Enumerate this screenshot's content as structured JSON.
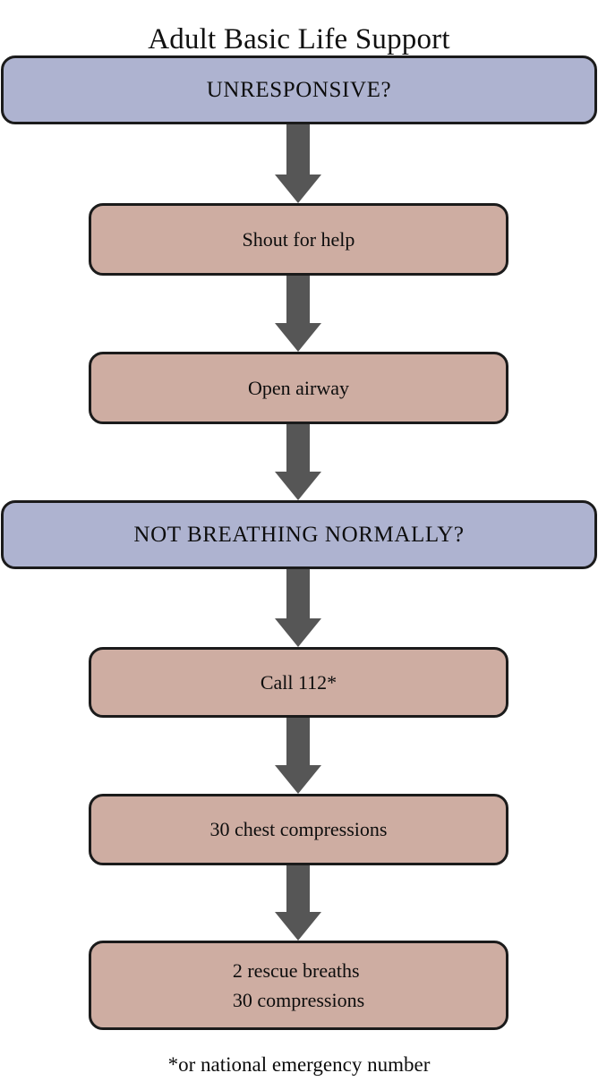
{
  "title": "Adult Basic Life Support",
  "footnote": "*or national emergency number",
  "colors": {
    "background": "#ffffff",
    "question_fill": "#aeb3d0",
    "action_fill": "#ceada2",
    "node_border": "#1b1b1b",
    "arrow": "#565656",
    "text": "#0d0d0d"
  },
  "chart_data": {
    "type": "diagram",
    "title": "Adult Basic Life Support",
    "orientation": "vertical",
    "node_count": 7,
    "connector_count": 6,
    "nodes": [
      {
        "id": "unresponsive",
        "label": "UNRESPONSIVE?",
        "kind": "question",
        "fill": "#aeb3d0",
        "width": "full"
      },
      {
        "id": "shout",
        "label": "Shout for help",
        "kind": "action",
        "fill": "#ceada2",
        "width": "inset"
      },
      {
        "id": "airway",
        "label": "Open airway",
        "kind": "action",
        "fill": "#ceada2",
        "width": "inset"
      },
      {
        "id": "not-breathing",
        "label": "NOT BREATHING NORMALLY?",
        "kind": "question",
        "fill": "#aeb3d0",
        "width": "full"
      },
      {
        "id": "call",
        "label": "Call 112*",
        "kind": "action",
        "fill": "#ceada2",
        "width": "inset"
      },
      {
        "id": "compressions",
        "label": "30 chest compressions",
        "kind": "action",
        "fill": "#ceada2",
        "width": "inset"
      },
      {
        "id": "cycle",
        "label": "2 rescue breaths\n30 compressions",
        "kind": "action",
        "fill": "#ceada2",
        "width": "inset"
      }
    ],
    "edges": [
      {
        "from": "unresponsive",
        "to": "shout",
        "marker": "arrow-down"
      },
      {
        "from": "shout",
        "to": "airway",
        "marker": "arrow-down"
      },
      {
        "from": "airway",
        "to": "not-breathing",
        "marker": "arrow-down"
      },
      {
        "from": "not-breathing",
        "to": "call",
        "marker": "arrow-down"
      },
      {
        "from": "call",
        "to": "compressions",
        "marker": "arrow-down"
      },
      {
        "from": "compressions",
        "to": "cycle",
        "marker": "arrow-down"
      }
    ],
    "annotations": [
      "*or national emergency number"
    ]
  }
}
